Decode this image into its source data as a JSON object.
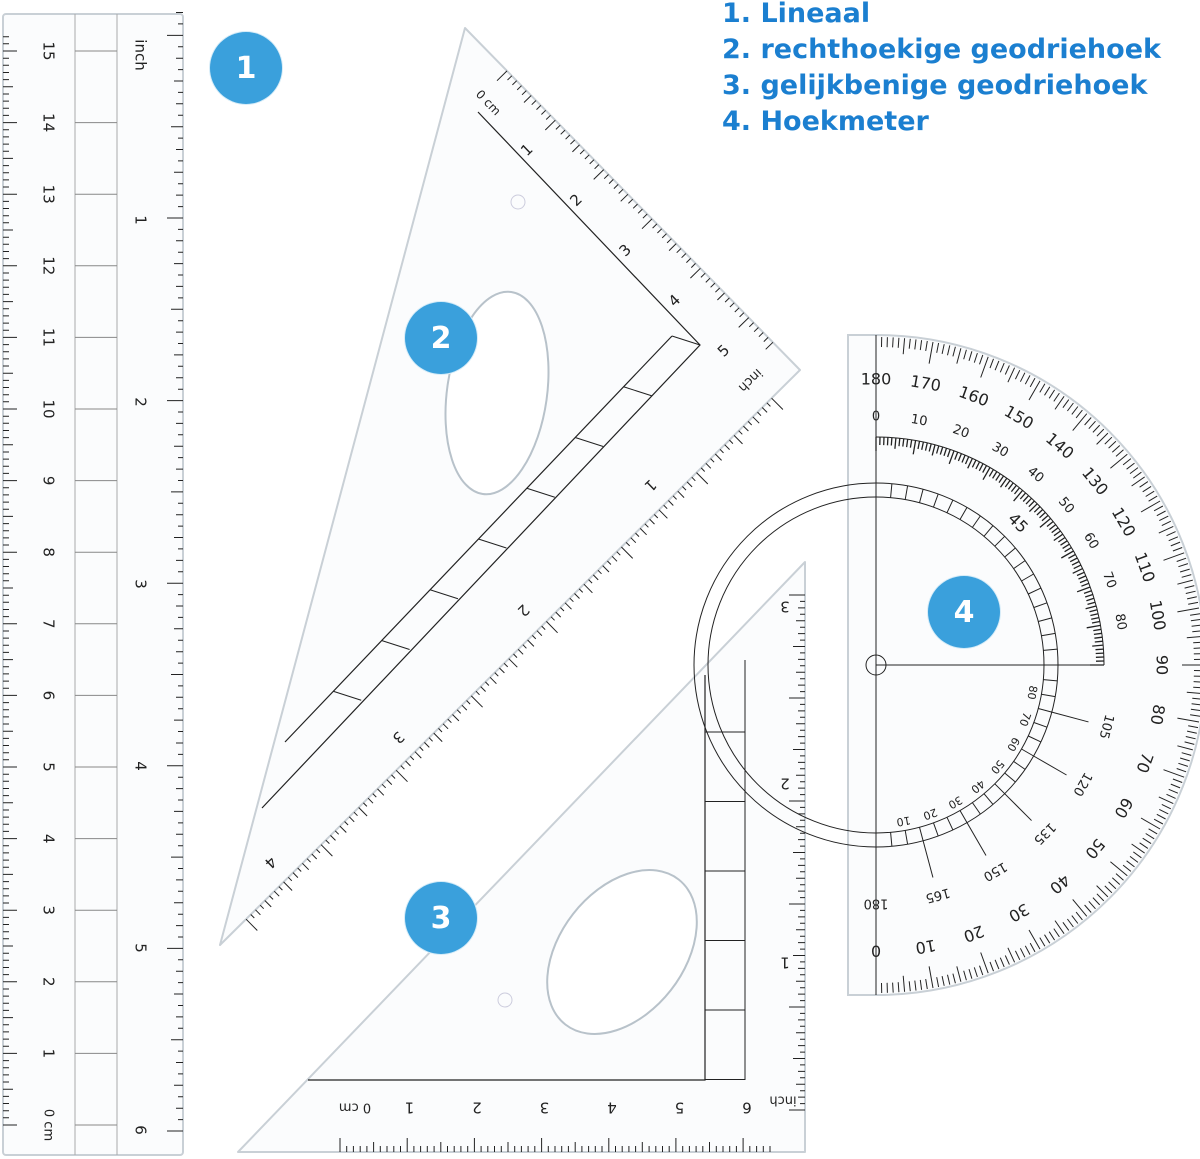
{
  "legend": {
    "items": [
      "1. Lineaal",
      "2. rechthoekige geodriehoek",
      "3. gelijkbenige geodriehoek",
      "4. Hoekmeter"
    ]
  },
  "badges": [
    "1",
    "2",
    "3",
    "4"
  ],
  "colors": {
    "legend_text": "#1b7fd0",
    "badge": "#3aa0dc",
    "tool_outline": "#c9d0d6",
    "scale_ink": "#222222"
  },
  "ruler": {
    "cm_unit": "0 cm",
    "cm_labels": [
      "1",
      "2",
      "3",
      "4",
      "5",
      "6",
      "7",
      "8",
      "9",
      "10",
      "11",
      "12",
      "13",
      "14",
      "15"
    ],
    "inch_unit": "inch",
    "inch_labels": [
      "1",
      "2",
      "3",
      "4",
      "5",
      "6"
    ]
  },
  "set_square_right": {
    "cm_unit": "0 cm",
    "cm_labels": [
      "1",
      "2",
      "3",
      "4",
      "5"
    ],
    "inch_unit": "inch",
    "inch_labels": [
      "1",
      "2",
      "3",
      "4"
    ]
  },
  "set_square_isosceles": {
    "cm_unit": "0 cm",
    "cm_labels": [
      "1",
      "2",
      "3",
      "4",
      "5",
      "6"
    ],
    "inch_unit": "inch",
    "inch_labels": [
      "1",
      "2",
      "3"
    ]
  },
  "protractor": {
    "outer_labels": [
      "0",
      "10",
      "20",
      "30",
      "40",
      "50",
      "60",
      "70",
      "80",
      "90",
      "100",
      "110",
      "120",
      "130",
      "140",
      "150",
      "160",
      "170",
      "180"
    ],
    "upper_inner_labels": [
      "0",
      "10",
      "20",
      "30",
      "40",
      "50",
      "60",
      "70",
      "80"
    ],
    "quarter_label": "45",
    "lower_inner_labels": [
      "10",
      "20",
      "30",
      "40",
      "50",
      "60",
      "70",
      "80"
    ],
    "fifteen_labels": [
      "105",
      "120",
      "135",
      "150",
      "165",
      "180"
    ]
  }
}
